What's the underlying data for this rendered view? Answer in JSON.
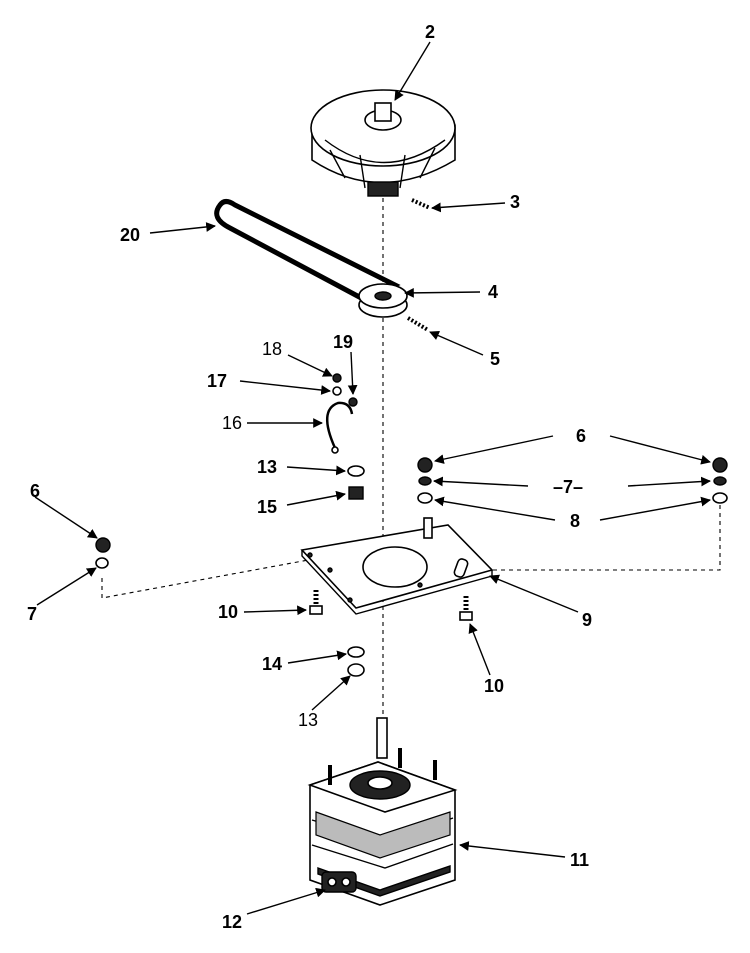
{
  "callouts": {
    "c2": "2",
    "c3": "3",
    "c20": "20",
    "c4": "4",
    "c5": "5",
    "c18": "18",
    "c19": "19",
    "c17": "17",
    "c16": "16",
    "c13a": "13",
    "c15": "15",
    "c6a": "6",
    "c6b": "6",
    "c7a": "7",
    "c7b": "–7–",
    "c8": "8",
    "c9": "9",
    "c10a": "10",
    "c10b": "10",
    "c14": "14",
    "c13b": "13",
    "c11": "11",
    "c12": "12"
  },
  "colors": {
    "line": "#000000",
    "background": "#ffffff"
  }
}
